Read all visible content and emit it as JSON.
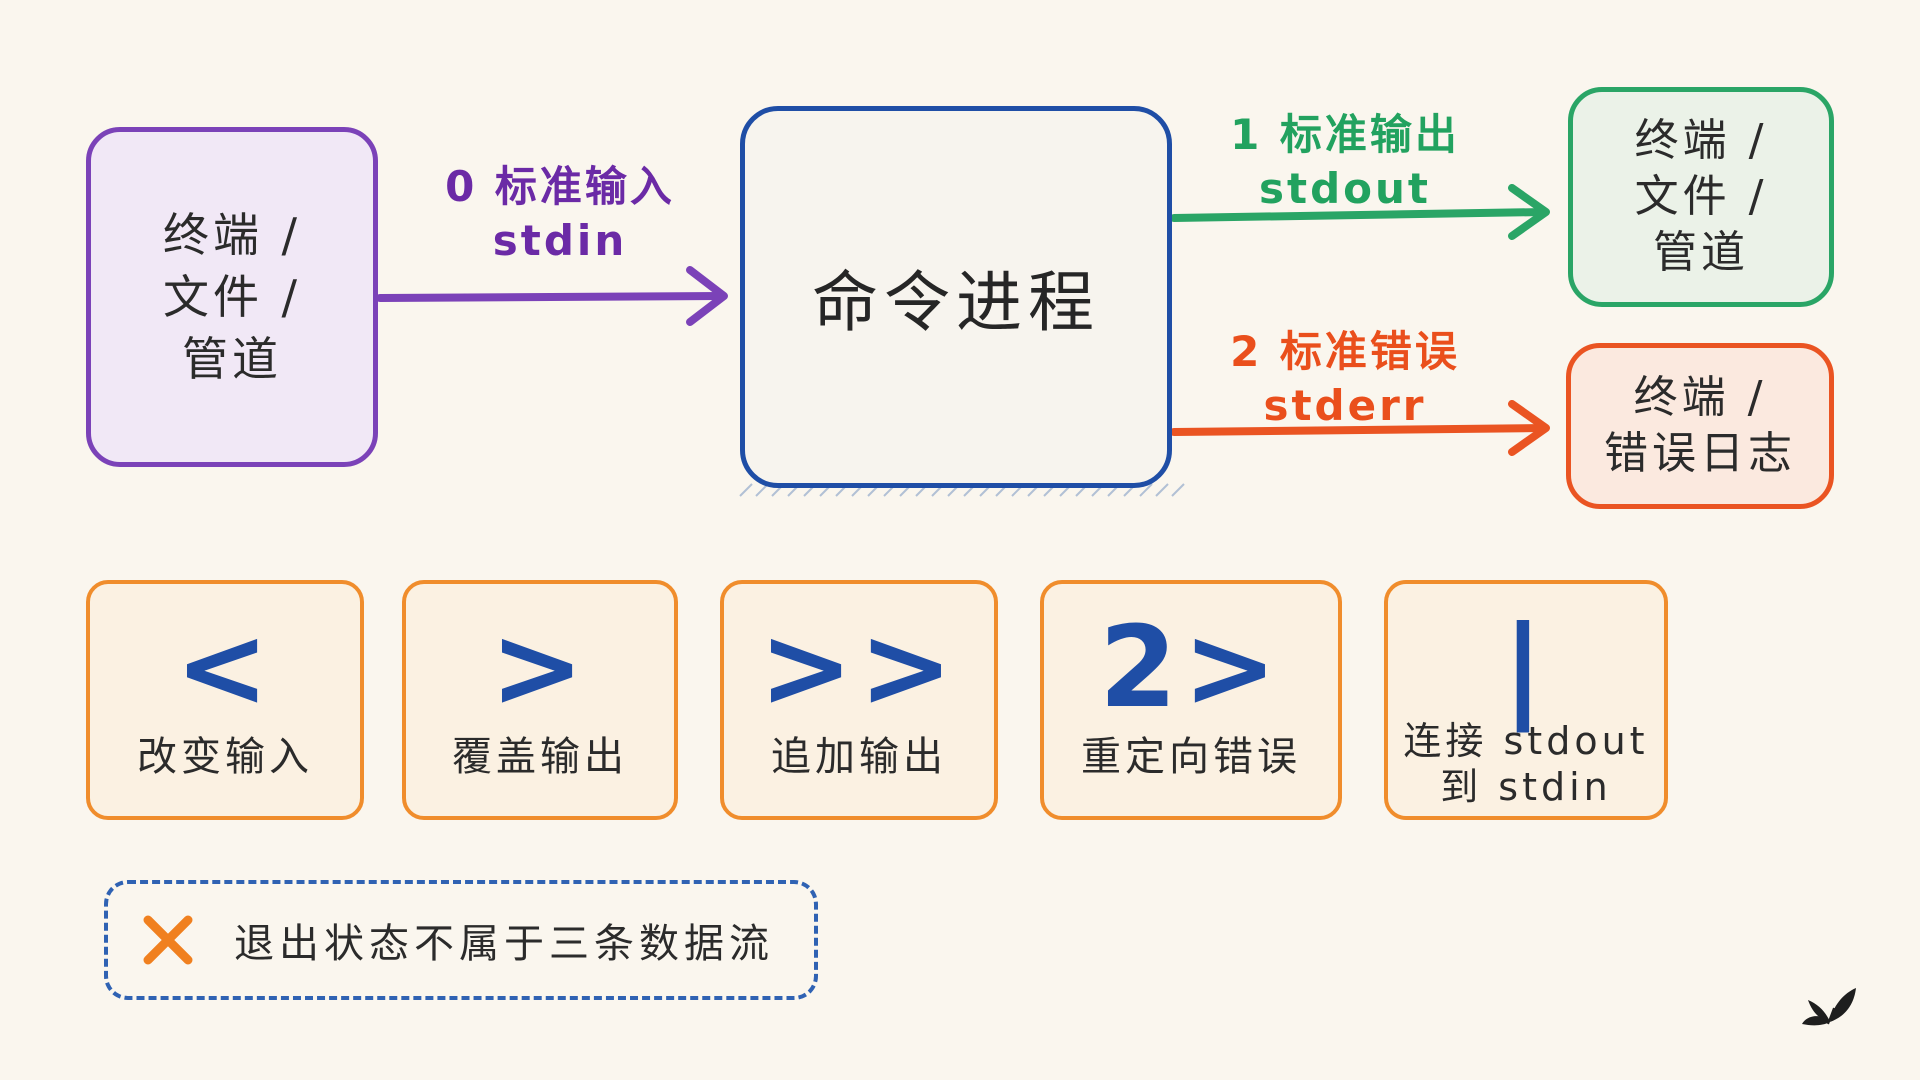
{
  "source": {
    "lines": [
      "终端 /",
      "文件 /",
      "管道"
    ]
  },
  "process": {
    "title": "命令进程"
  },
  "stdin_label": {
    "line1": "0 标准输入",
    "line2": "stdin"
  },
  "stdout_label": {
    "line1": "1 标准输出",
    "line2": "stdout"
  },
  "stderr_label": {
    "line1": "2 标准错误",
    "line2": "stderr"
  },
  "out_target": {
    "lines": [
      "终端 /",
      "文件 /",
      "管道"
    ]
  },
  "err_target": {
    "lines": [
      "终端 /",
      "错误日志"
    ]
  },
  "operators": [
    {
      "symbol": "<",
      "desc": "改变输入"
    },
    {
      "symbol": ">",
      "desc": "覆盖输出"
    },
    {
      "symbol": ">>",
      "desc": "追加输出"
    },
    {
      "symbol": "2>",
      "desc": "重定向错误"
    },
    {
      "symbol": "|",
      "desc_line1": "连接 stdout",
      "desc_line2": "到 stdin"
    }
  ],
  "note": {
    "text": "退出状态不属于三条数据流"
  },
  "colors": {
    "stdin": "#7b42b8",
    "process": "#1f4ea6",
    "stdout": "#2aa566",
    "stderr": "#ea5422",
    "operator_border": "#f08d2c",
    "note_border": "#2f62b3"
  }
}
